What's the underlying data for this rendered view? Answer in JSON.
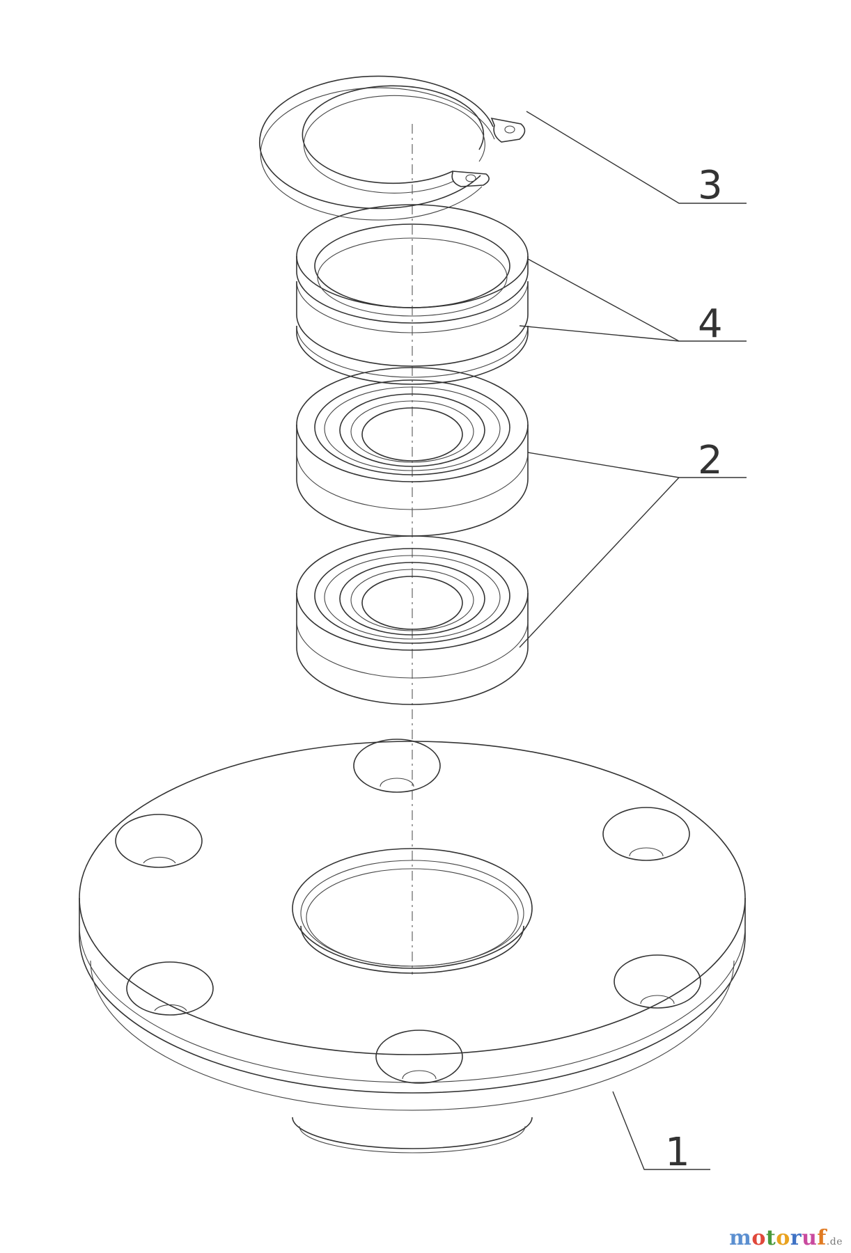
{
  "callouts": [
    {
      "id": "part-3",
      "label": "3"
    },
    {
      "id": "part-4",
      "label": "4"
    },
    {
      "id": "part-2",
      "label": "2"
    },
    {
      "id": "part-1",
      "label": "1"
    }
  ],
  "watermark": {
    "letters": [
      "m",
      "o",
      "t",
      "o",
      "r",
      "u",
      "f"
    ],
    "letter_colors": [
      "#5b8fd0",
      "#e0483b",
      "#4a9a3c",
      "#e9a21f",
      "#3f72c4",
      "#c94a9e",
      "#e07a22"
    ],
    "suffix": ".de"
  }
}
